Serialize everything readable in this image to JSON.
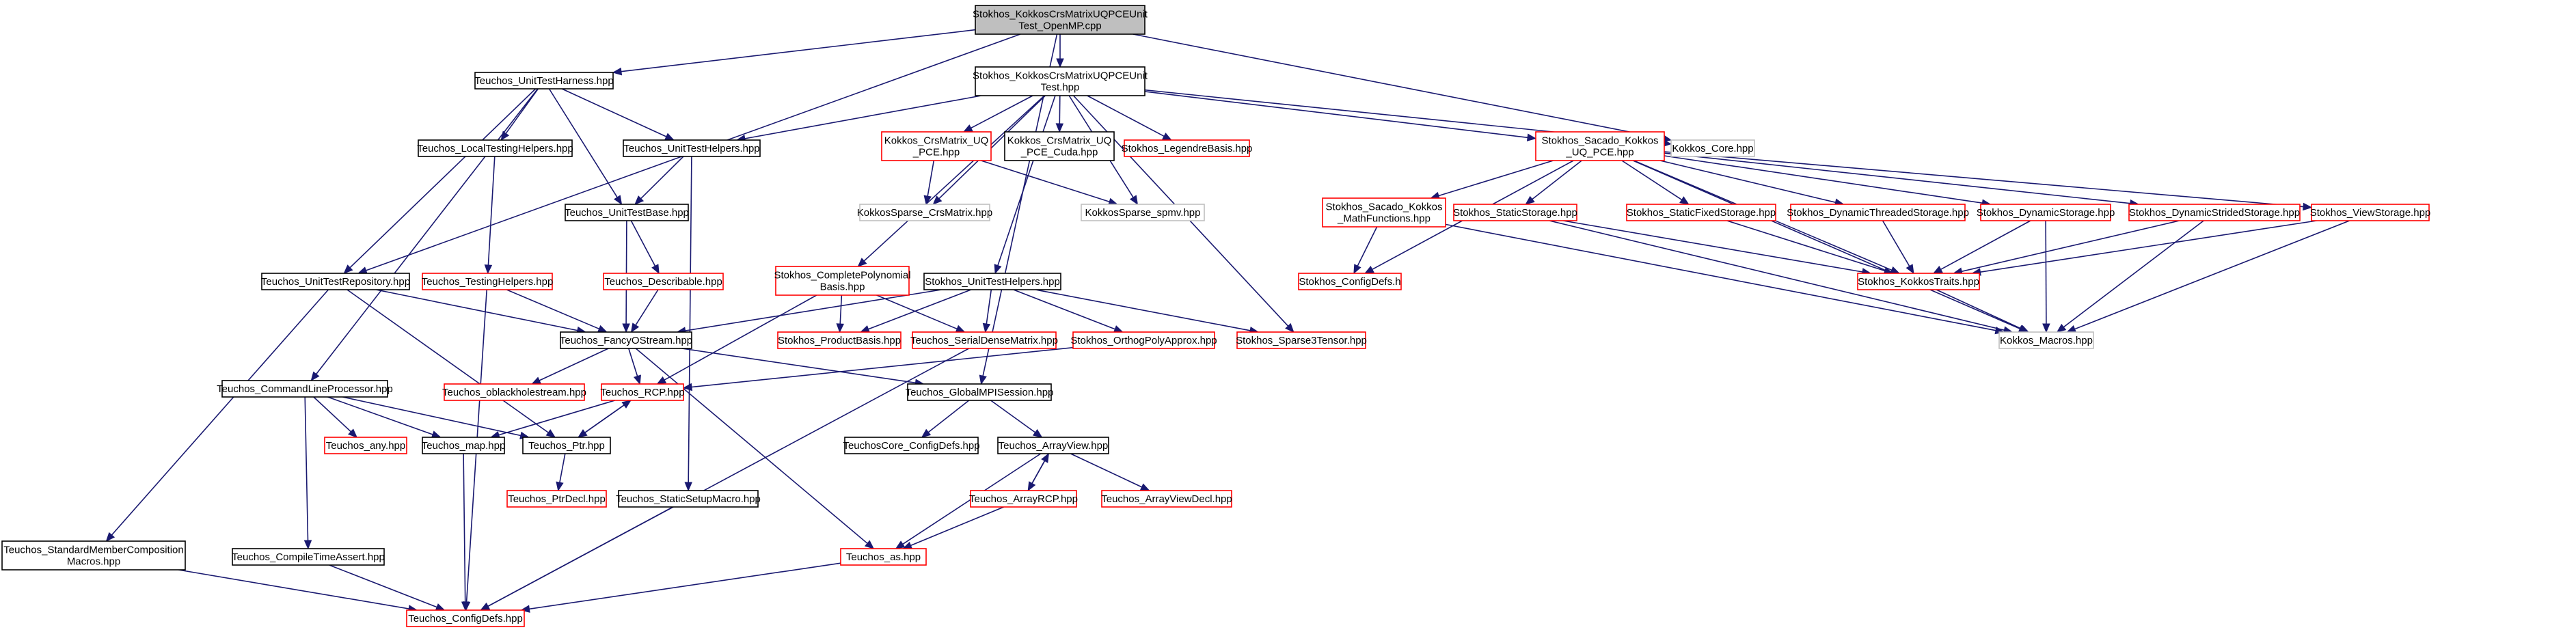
{
  "graph": {
    "colors": {
      "root_fill": "#bfbfbf",
      "normal_stroke": "#000000",
      "missing_stroke": "#ff0000",
      "external_stroke": "#bfbfbf",
      "edge": "#191970"
    },
    "nodes": [
      {
        "id": "root",
        "lines": [
          "Stokhos_KokkosCrsMatrixUQPCEUnit",
          "Test_OpenMP.cpp"
        ],
        "kind": "root"
      },
      {
        "id": "harness",
        "lines": [
          "Teuchos_UnitTestHarness.hpp"
        ],
        "kind": "normal"
      },
      {
        "id": "uqtest",
        "lines": [
          "Stokhos_KokkosCrsMatrixUQPCEUnit",
          "Test.hpp"
        ],
        "kind": "normal"
      },
      {
        "id": "localhelp",
        "lines": [
          "Teuchos_LocalTestingHelpers.hpp"
        ],
        "kind": "normal"
      },
      {
        "id": "uth",
        "lines": [
          "Teuchos_UnitTestHelpers.hpp"
        ],
        "kind": "normal"
      },
      {
        "id": "crsuq",
        "lines": [
          "Kokkos_CrsMatrix_UQ",
          "_PCE.hpp"
        ],
        "kind": "missing"
      },
      {
        "id": "crscuda",
        "lines": [
          "Kokkos_CrsMatrix_UQ",
          "_PCE_Cuda.hpp"
        ],
        "kind": "normal"
      },
      {
        "id": "legendre",
        "lines": [
          "Stokhos_LegendreBasis.hpp"
        ],
        "kind": "missing"
      },
      {
        "id": "sacadopce",
        "lines": [
          "Stokhos_Sacado_Kokkos",
          "_UQ_PCE.hpp"
        ],
        "kind": "missing"
      },
      {
        "id": "kcore",
        "lines": [
          "Kokkos_Core.hpp"
        ],
        "kind": "external"
      },
      {
        "id": "utbase",
        "lines": [
          "Teuchos_UnitTestBase.hpp"
        ],
        "kind": "normal"
      },
      {
        "id": "ksparse",
        "lines": [
          "KokkosSparse_CrsMatrix.hpp"
        ],
        "kind": "external"
      },
      {
        "id": "spmv",
        "lines": [
          "KokkosSparse_spmv.hpp"
        ],
        "kind": "external"
      },
      {
        "id": "mathfn",
        "lines": [
          "Stokhos_Sacado_Kokkos",
          "_MathFunctions.hpp"
        ],
        "kind": "missing"
      },
      {
        "id": "statics",
        "lines": [
          "Stokhos_StaticStorage.hpp"
        ],
        "kind": "missing"
      },
      {
        "id": "staticfixed",
        "lines": [
          "Stokhos_StaticFixedStorage.hpp"
        ],
        "kind": "missing"
      },
      {
        "id": "dynthreaded",
        "lines": [
          "Stokhos_DynamicThreadedStorage.hpp"
        ],
        "kind": "missing"
      },
      {
        "id": "dynamic",
        "lines": [
          "Stokhos_DynamicStorage.hpp"
        ],
        "kind": "missing"
      },
      {
        "id": "dynstrided",
        "lines": [
          "Stokhos_DynamicStridedStorage.hpp"
        ],
        "kind": "missing"
      },
      {
        "id": "viewstor",
        "lines": [
          "Stokhos_ViewStorage.hpp"
        ],
        "kind": "missing"
      },
      {
        "id": "utrepo",
        "lines": [
          "Teuchos_UnitTestRepository.hpp"
        ],
        "kind": "normal"
      },
      {
        "id": "testhelp",
        "lines": [
          "Teuchos_TestingHelpers.hpp"
        ],
        "kind": "missing"
      },
      {
        "id": "describable",
        "lines": [
          "Teuchos_Describable.hpp"
        ],
        "kind": "missing"
      },
      {
        "id": "complpoly",
        "lines": [
          "Stokhos_CompletePolynomial",
          "Basis.hpp"
        ],
        "kind": "missing"
      },
      {
        "id": "suth",
        "lines": [
          "Stokhos_UnitTestHelpers.hpp"
        ],
        "kind": "normal"
      },
      {
        "id": "configdefs_h",
        "lines": [
          "Stokhos_ConfigDefs.h"
        ],
        "kind": "missing"
      },
      {
        "id": "kokkostraits",
        "lines": [
          "Stokhos_KokkosTraits.hpp"
        ],
        "kind": "missing"
      },
      {
        "id": "fancy",
        "lines": [
          "Teuchos_FancyOStream.hpp"
        ],
        "kind": "normal"
      },
      {
        "id": "prodbasis",
        "lines": [
          "Stokhos_ProductBasis.hpp"
        ],
        "kind": "missing"
      },
      {
        "id": "serialdense",
        "lines": [
          "Teuchos_SerialDenseMatrix.hpp"
        ],
        "kind": "missing"
      },
      {
        "id": "orthog",
        "lines": [
          "Stokhos_OrthogPolyApprox.hpp"
        ],
        "kind": "missing"
      },
      {
        "id": "sparse3",
        "lines": [
          "Stokhos_Sparse3Tensor.hpp"
        ],
        "kind": "missing"
      },
      {
        "id": "kmacros",
        "lines": [
          "Kokkos_Macros.hpp"
        ],
        "kind": "external"
      },
      {
        "id": "clp",
        "lines": [
          "Teuchos_CommandLineProcessor.hpp"
        ],
        "kind": "normal"
      },
      {
        "id": "oblackhole",
        "lines": [
          "Teuchos_oblackholestream.hpp"
        ],
        "kind": "missing"
      },
      {
        "id": "rcp",
        "lines": [
          "Teuchos_RCP.hpp"
        ],
        "kind": "missing"
      },
      {
        "id": "gmpi",
        "lines": [
          "Teuchos_GlobalMPISession.hpp"
        ],
        "kind": "normal"
      },
      {
        "id": "any",
        "lines": [
          "Teuchos_any.hpp"
        ],
        "kind": "missing"
      },
      {
        "id": "tmap",
        "lines": [
          "Teuchos_map.hpp"
        ],
        "kind": "normal"
      },
      {
        "id": "ptr",
        "lines": [
          "Teuchos_Ptr.hpp"
        ],
        "kind": "normal"
      },
      {
        "id": "coreconfig",
        "lines": [
          "TeuchosCore_ConfigDefs.hpp"
        ],
        "kind": "normal"
      },
      {
        "id": "arrayview",
        "lines": [
          "Teuchos_ArrayView.hpp"
        ],
        "kind": "normal"
      },
      {
        "id": "ptrdecl",
        "lines": [
          "Teuchos_PtrDecl.hpp"
        ],
        "kind": "missing"
      },
      {
        "id": "staticsetup",
        "lines": [
          "Teuchos_StaticSetupMacro.hpp"
        ],
        "kind": "normal"
      },
      {
        "id": "arrayrcp",
        "lines": [
          "Teuchos_ArrayRCP.hpp"
        ],
        "kind": "missing"
      },
      {
        "id": "arrayviewdecl",
        "lines": [
          "Teuchos_ArrayViewDecl.hpp"
        ],
        "kind": "missing"
      },
      {
        "id": "stdmember",
        "lines": [
          "Teuchos_StandardMemberComposition",
          "Macros.hpp"
        ],
        "kind": "normal"
      },
      {
        "id": "compiletime",
        "lines": [
          "Teuchos_CompileTimeAssert.hpp"
        ],
        "kind": "normal"
      },
      {
        "id": "tas",
        "lines": [
          "Teuchos_as.hpp"
        ],
        "kind": "missing"
      },
      {
        "id": "configdefs_hpp",
        "lines": [
          "Teuchos_ConfigDefs.hpp"
        ],
        "kind": "missing"
      }
    ],
    "edges": [
      [
        "root",
        "harness"
      ],
      [
        "root",
        "uqtest"
      ],
      [
        "root",
        "utrepo"
      ],
      [
        "root",
        "kcore"
      ],
      [
        "root",
        "gmpi"
      ],
      [
        "harness",
        "localhelp"
      ],
      [
        "harness",
        "uth"
      ],
      [
        "harness",
        "utbase"
      ],
      [
        "harness",
        "utrepo"
      ],
      [
        "harness",
        "clp"
      ],
      [
        "uqtest",
        "uth"
      ],
      [
        "uqtest",
        "crsuq"
      ],
      [
        "uqtest",
        "crscuda"
      ],
      [
        "uqtest",
        "legendre"
      ],
      [
        "uqtest",
        "sacadopce"
      ],
      [
        "uqtest",
        "kcore"
      ],
      [
        "uqtest",
        "ksparse"
      ],
      [
        "uqtest",
        "spmv"
      ],
      [
        "uqtest",
        "complpoly"
      ],
      [
        "uqtest",
        "suth"
      ],
      [
        "uqtest",
        "sparse3"
      ],
      [
        "localhelp",
        "testhelp"
      ],
      [
        "uth",
        "utbase"
      ],
      [
        "uth",
        "staticsetup"
      ],
      [
        "crsuq",
        "ksparse"
      ],
      [
        "crsuq",
        "spmv"
      ],
      [
        "sacadopce",
        "mathfn"
      ],
      [
        "sacadopce",
        "statics"
      ],
      [
        "sacadopce",
        "staticfixed"
      ],
      [
        "sacadopce",
        "dynthreaded"
      ],
      [
        "sacadopce",
        "dynamic"
      ],
      [
        "sacadopce",
        "dynstrided"
      ],
      [
        "sacadopce",
        "viewstor"
      ],
      [
        "sacadopce",
        "configdefs_h"
      ],
      [
        "sacadopce",
        "kokkostraits"
      ],
      [
        "sacadopce",
        "kmacros"
      ],
      [
        "utbase",
        "describable"
      ],
      [
        "utbase",
        "fancy"
      ],
      [
        "mathfn",
        "configdefs_h"
      ],
      [
        "mathfn",
        "kmacros"
      ],
      [
        "statics",
        "kokkostraits"
      ],
      [
        "statics",
        "kmacros"
      ],
      [
        "staticfixed",
        "kokkostraits"
      ],
      [
        "dynthreaded",
        "kokkostraits"
      ],
      [
        "dynamic",
        "kokkostraits"
      ],
      [
        "dynamic",
        "kmacros"
      ],
      [
        "dynstrided",
        "kokkostraits"
      ],
      [
        "dynstrided",
        "kmacros"
      ],
      [
        "viewstor",
        "kokkostraits"
      ],
      [
        "viewstor",
        "kmacros"
      ],
      [
        "kokkostraits",
        "kmacros"
      ],
      [
        "utrepo",
        "fancy"
      ],
      [
        "utrepo",
        "stdmember"
      ],
      [
        "utrepo",
        "ptr"
      ],
      [
        "testhelp",
        "fancy"
      ],
      [
        "testhelp",
        "configdefs_hpp"
      ],
      [
        "describable",
        "fancy"
      ],
      [
        "complpoly",
        "prodbasis"
      ],
      [
        "complpoly",
        "serialdense"
      ],
      [
        "complpoly",
        "rcp"
      ],
      [
        "suth",
        "fancy"
      ],
      [
        "suth",
        "prodbasis"
      ],
      [
        "suth",
        "serialdense"
      ],
      [
        "suth",
        "orthog"
      ],
      [
        "suth",
        "sparse3"
      ],
      [
        "fancy",
        "oblackhole"
      ],
      [
        "fancy",
        "rcp"
      ],
      [
        "fancy",
        "gmpi"
      ],
      [
        "fancy",
        "tas"
      ],
      [
        "serialdense",
        "configdefs_hpp"
      ],
      [
        "orthog",
        "rcp"
      ],
      [
        "clp",
        "any"
      ],
      [
        "clp",
        "tmap"
      ],
      [
        "clp",
        "ptr"
      ],
      [
        "clp",
        "compiletime"
      ],
      [
        "rcp",
        "ptr"
      ],
      [
        "rcp",
        "tmap"
      ],
      [
        "ptr",
        "rcp"
      ],
      [
        "ptr",
        "ptrdecl"
      ],
      [
        "gmpi",
        "coreconfig"
      ],
      [
        "gmpi",
        "arrayview"
      ],
      [
        "tmap",
        "configdefs_hpp"
      ],
      [
        "arrayview",
        "arrayrcp"
      ],
      [
        "arrayview",
        "arrayviewdecl"
      ],
      [
        "arrayview",
        "tas"
      ],
      [
        "arrayrcp",
        "arrayview"
      ],
      [
        "arrayrcp",
        "tas"
      ],
      [
        "staticsetup",
        "configdefs_hpp"
      ],
      [
        "stdmember",
        "configdefs_hpp"
      ],
      [
        "compiletime",
        "configdefs_hpp"
      ],
      [
        "tas",
        "configdefs_hpp"
      ]
    ]
  }
}
